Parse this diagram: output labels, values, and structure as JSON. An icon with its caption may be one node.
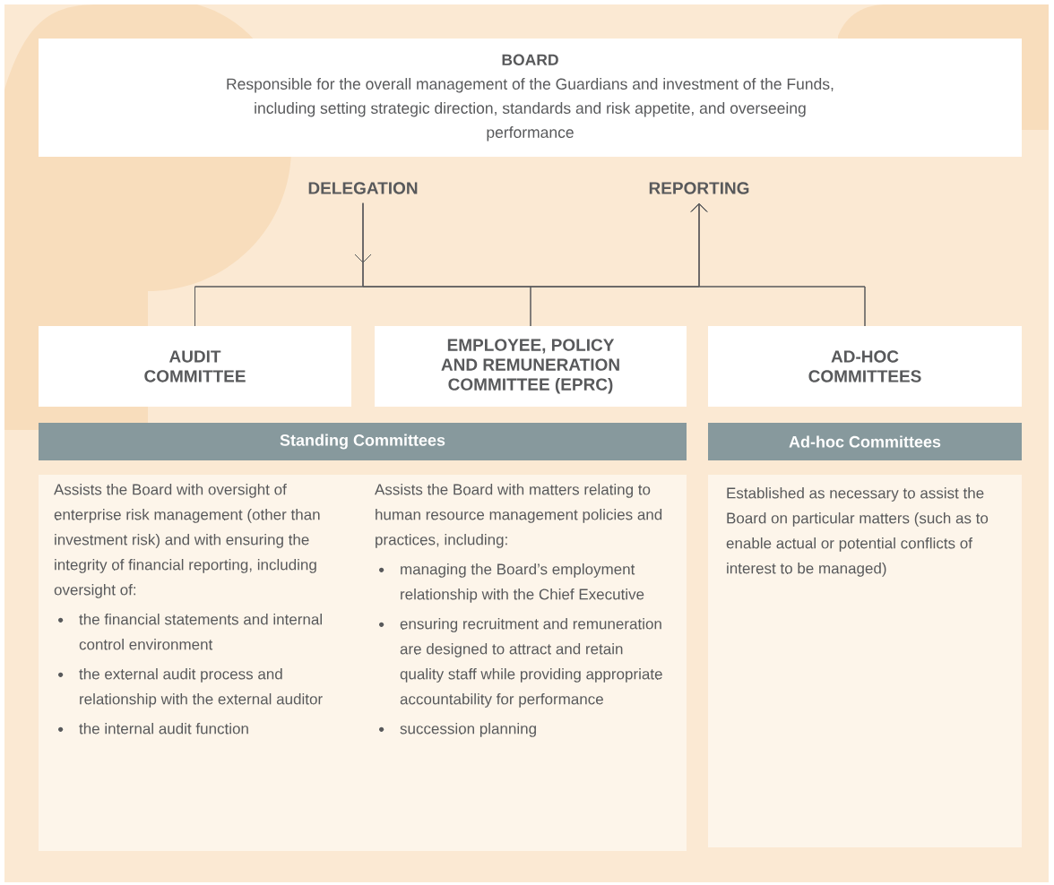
{
  "diagram": {
    "nodes": [
      {
        "text": [
          "BOARD",
          "Responsible for the overall management of the Guardians and investment of the Funds, including setting strategic direction, standards and risk appetite, and overseeing performance"
        ]
      },
      {
        "text": [
          "AUDIT COMMITTEE"
        ]
      },
      {
        "text": [
          "EMPLOYEE, POLICY AND REMUNERATION COMMITTEE (EPRC)"
        ]
      },
      {
        "text": [
          "AD-HOC COMMITTEES"
        ]
      },
      {
        "text": [
          "Standing Committees"
        ]
      },
      {
        "text": [
          "Ad-hoc Committees"
        ]
      },
      {
        "text": [],
        "shape": "box"
      },
      {
        "text": [
          "Assists the Board with oversight of enterprise risk management (other than investment risk) and with ensuring the integrity of financial reporting, including oversight of:",
          "the financial statements and internal control environment",
          "the external audit process and relationship with the external auditor",
          "the internal audit function"
        ],
        "in": 6
      },
      {
        "text": [
          "Assists the Board with matters relating to human resource management policies and practices, including:",
          "managing the Board’s employment relationship with the Chief Executive",
          "ensuring recruitment and remuneration are designed to attract and retain quality staff while providing appropriate accountability for performance",
          "succession planning"
        ],
        "in": 6
      },
      {
        "text": [
          "Established as necessary to assist the Board on particular matters (such as to enable actual or potential conflicts of interest to be managed)"
        ]
      },
      {
        "text": [
          "DELEGATION"
        ]
      },
      {
        "text": [
          "REPORTING"
        ]
      }
    ],
    "edges": [
      {
        "from": 10,
        "to": 1,
        "arrow": "to"
      },
      {
        "from": 10,
        "to": 2,
        "arrow": "to"
      },
      {
        "from": 10,
        "to": 3,
        "arrow": "to"
      },
      {
        "from": 1,
        "to": 11,
        "arrow": "to"
      },
      {
        "from": 2,
        "to": 11,
        "arrow": "to"
      },
      {
        "from": 3,
        "to": 11,
        "arrow": "to"
      }
    ]
  }
}
